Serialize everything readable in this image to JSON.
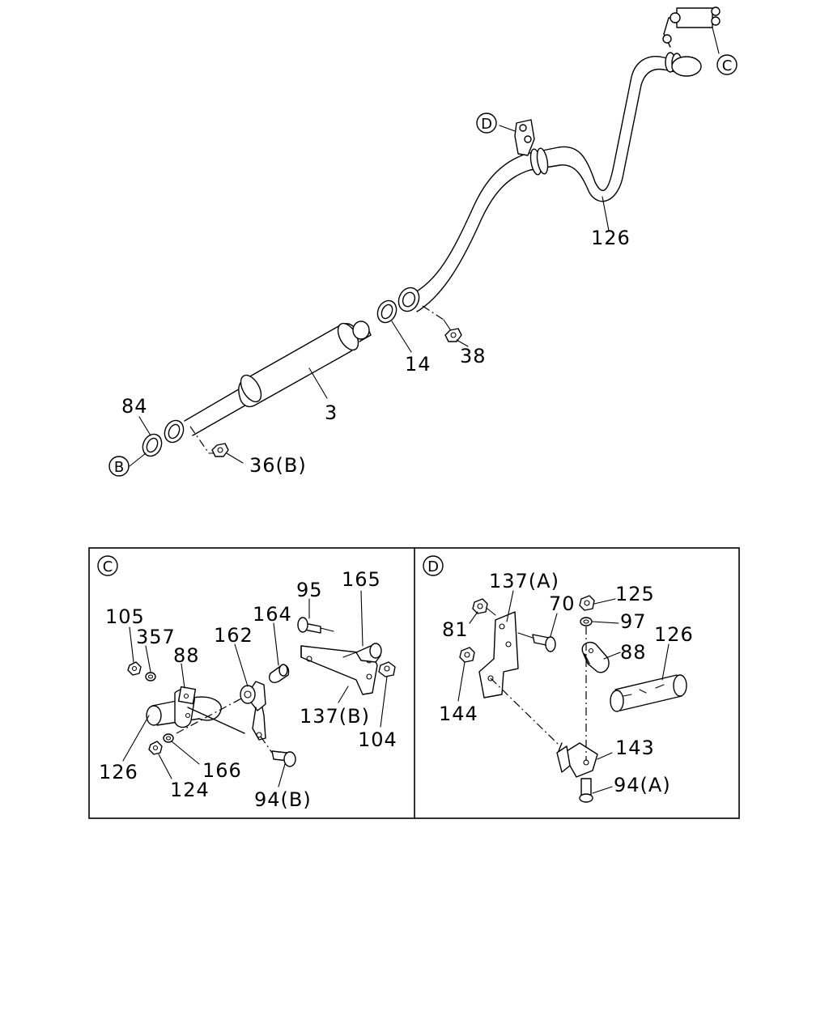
{
  "callouts": {
    "c_top": "C",
    "d_top": "D",
    "b_left": "B",
    "c_panel": "C",
    "d_panel": "D"
  },
  "main_labels": {
    "p126": "126",
    "p14": "14",
    "p38": "38",
    "p3": "3",
    "p84": "84",
    "p36b": "36(B)"
  },
  "panel_c_labels": {
    "p105": "105",
    "p357": "357",
    "p88": "88",
    "p162": "162",
    "p164": "164",
    "p95": "95",
    "p165": "165",
    "p137b": "137(B)",
    "p104": "104",
    "p126": "126",
    "p124": "124",
    "p166": "166",
    "p94b": "94(B)"
  },
  "panel_d_labels": {
    "p137a": "137(A)",
    "p70": "70",
    "p125": "125",
    "p97": "97",
    "p81": "81",
    "p88": "88",
    "p126": "126",
    "p144": "144",
    "p143": "143",
    "p94a": "94(A)"
  }
}
